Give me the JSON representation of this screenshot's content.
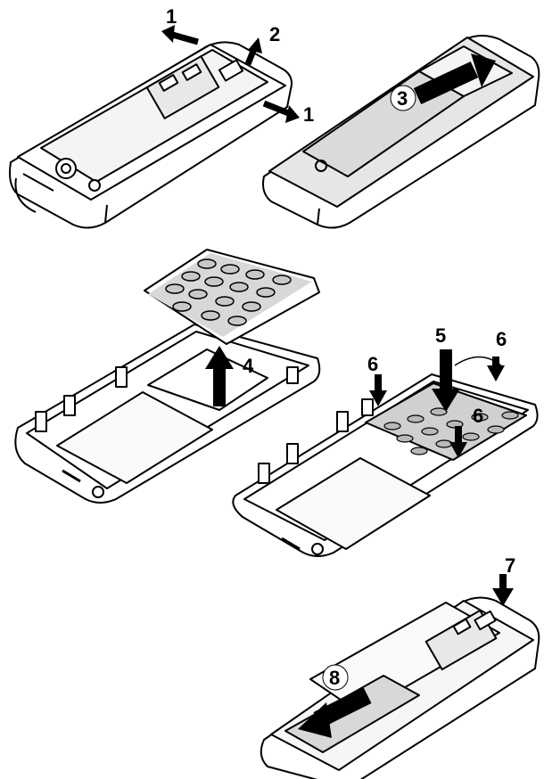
{
  "steps": {
    "s1a": "1",
    "s2": "2",
    "s1b": "1",
    "s3": "3",
    "s4": "4",
    "s5": "5",
    "s6a": "6",
    "s6b": "6",
    "s6c": "6",
    "s7": "7",
    "s8": "8"
  }
}
